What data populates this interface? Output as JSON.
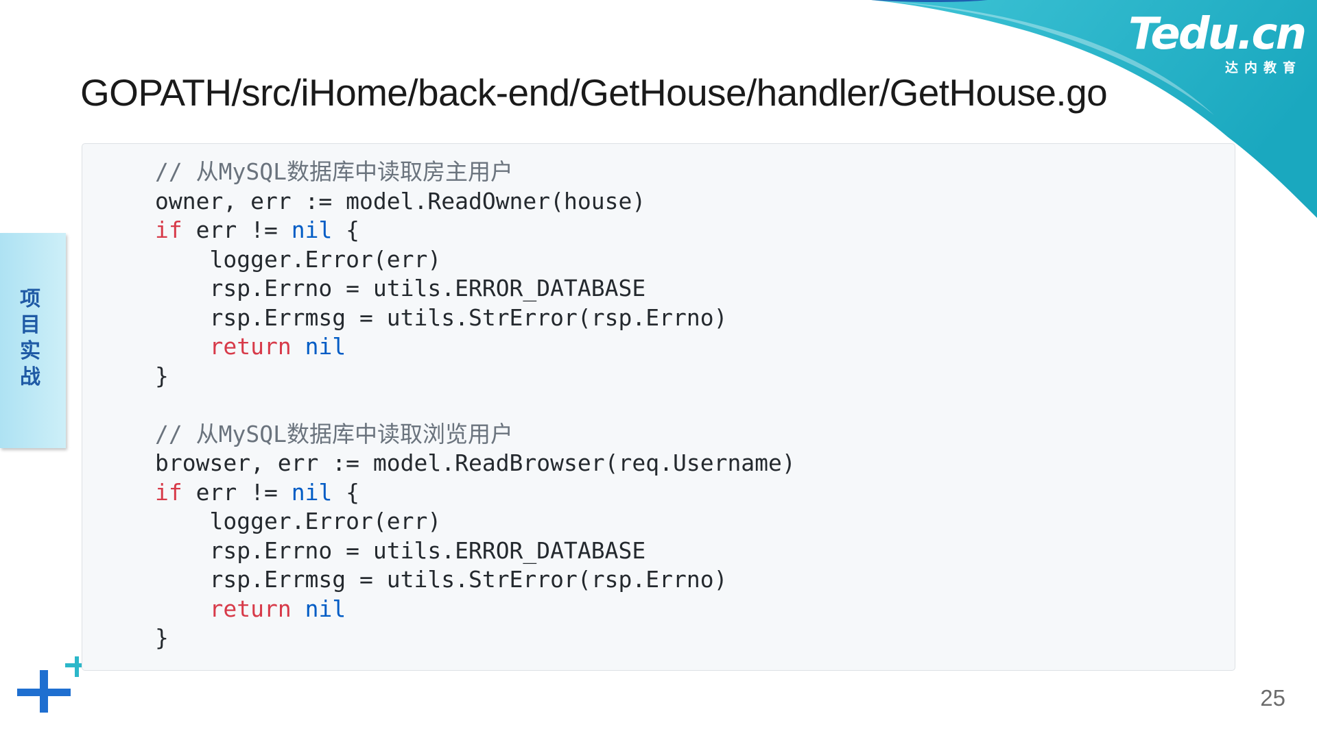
{
  "logo": {
    "wordmark": "Tedu.cn",
    "subtitle": "达内教育"
  },
  "title": "GOPATH/src/iHome/back-end/GetHouse/handler/GetHouse.go",
  "side_tab": {
    "label": "项\n目\n实\n战"
  },
  "code_lines": [
    [
      {
        "t": "// 从MySQL数据库中读取房主用户",
        "c": "comment"
      }
    ],
    [
      {
        "t": "owner, err := model.ReadOwner(house)",
        "c": "plain"
      }
    ],
    [
      {
        "t": "if",
        "c": "kw"
      },
      {
        "t": " err != ",
        "c": "plain"
      },
      {
        "t": "nil",
        "c": "nil"
      },
      {
        "t": " {",
        "c": "plain"
      }
    ],
    [
      {
        "t": "    logger.Error(err)",
        "c": "plain"
      }
    ],
    [
      {
        "t": "    rsp.Errno = utils.ERROR_DATABASE",
        "c": "plain"
      }
    ],
    [
      {
        "t": "    rsp.Errmsg = utils.StrError(rsp.Errno)",
        "c": "plain"
      }
    ],
    [
      {
        "t": "    ",
        "c": "plain"
      },
      {
        "t": "return",
        "c": "kw"
      },
      {
        "t": " ",
        "c": "plain"
      },
      {
        "t": "nil",
        "c": "nil"
      }
    ],
    [
      {
        "t": "}",
        "c": "plain"
      }
    ],
    [
      {
        "t": "",
        "c": "plain"
      }
    ],
    [
      {
        "t": "// 从MySQL数据库中读取浏览用户",
        "c": "comment"
      }
    ],
    [
      {
        "t": "browser, err := model.ReadBrowser(req.Username)",
        "c": "plain"
      }
    ],
    [
      {
        "t": "if",
        "c": "kw"
      },
      {
        "t": " err != ",
        "c": "plain"
      },
      {
        "t": "nil",
        "c": "nil"
      },
      {
        "t": " {",
        "c": "plain"
      }
    ],
    [
      {
        "t": "    logger.Error(err)",
        "c": "plain"
      }
    ],
    [
      {
        "t": "    rsp.Errno = utils.ERROR_DATABASE",
        "c": "plain"
      }
    ],
    [
      {
        "t": "    rsp.Errmsg = utils.StrError(rsp.Errno)",
        "c": "plain"
      }
    ],
    [
      {
        "t": "    ",
        "c": "plain"
      },
      {
        "t": "return",
        "c": "kw"
      },
      {
        "t": " ",
        "c": "plain"
      },
      {
        "t": "nil",
        "c": "nil"
      }
    ],
    [
      {
        "t": "}",
        "c": "plain"
      }
    ]
  ],
  "page_number": "25",
  "colors": {
    "accent_teal": "#2bb7c9",
    "accent_blue": "#1f6fd0",
    "keyword": "#d73a49",
    "nil_literal": "#005cc5",
    "comment": "#6a737d"
  },
  "icons": [
    "plus-icon",
    "corner-swoosh"
  ]
}
